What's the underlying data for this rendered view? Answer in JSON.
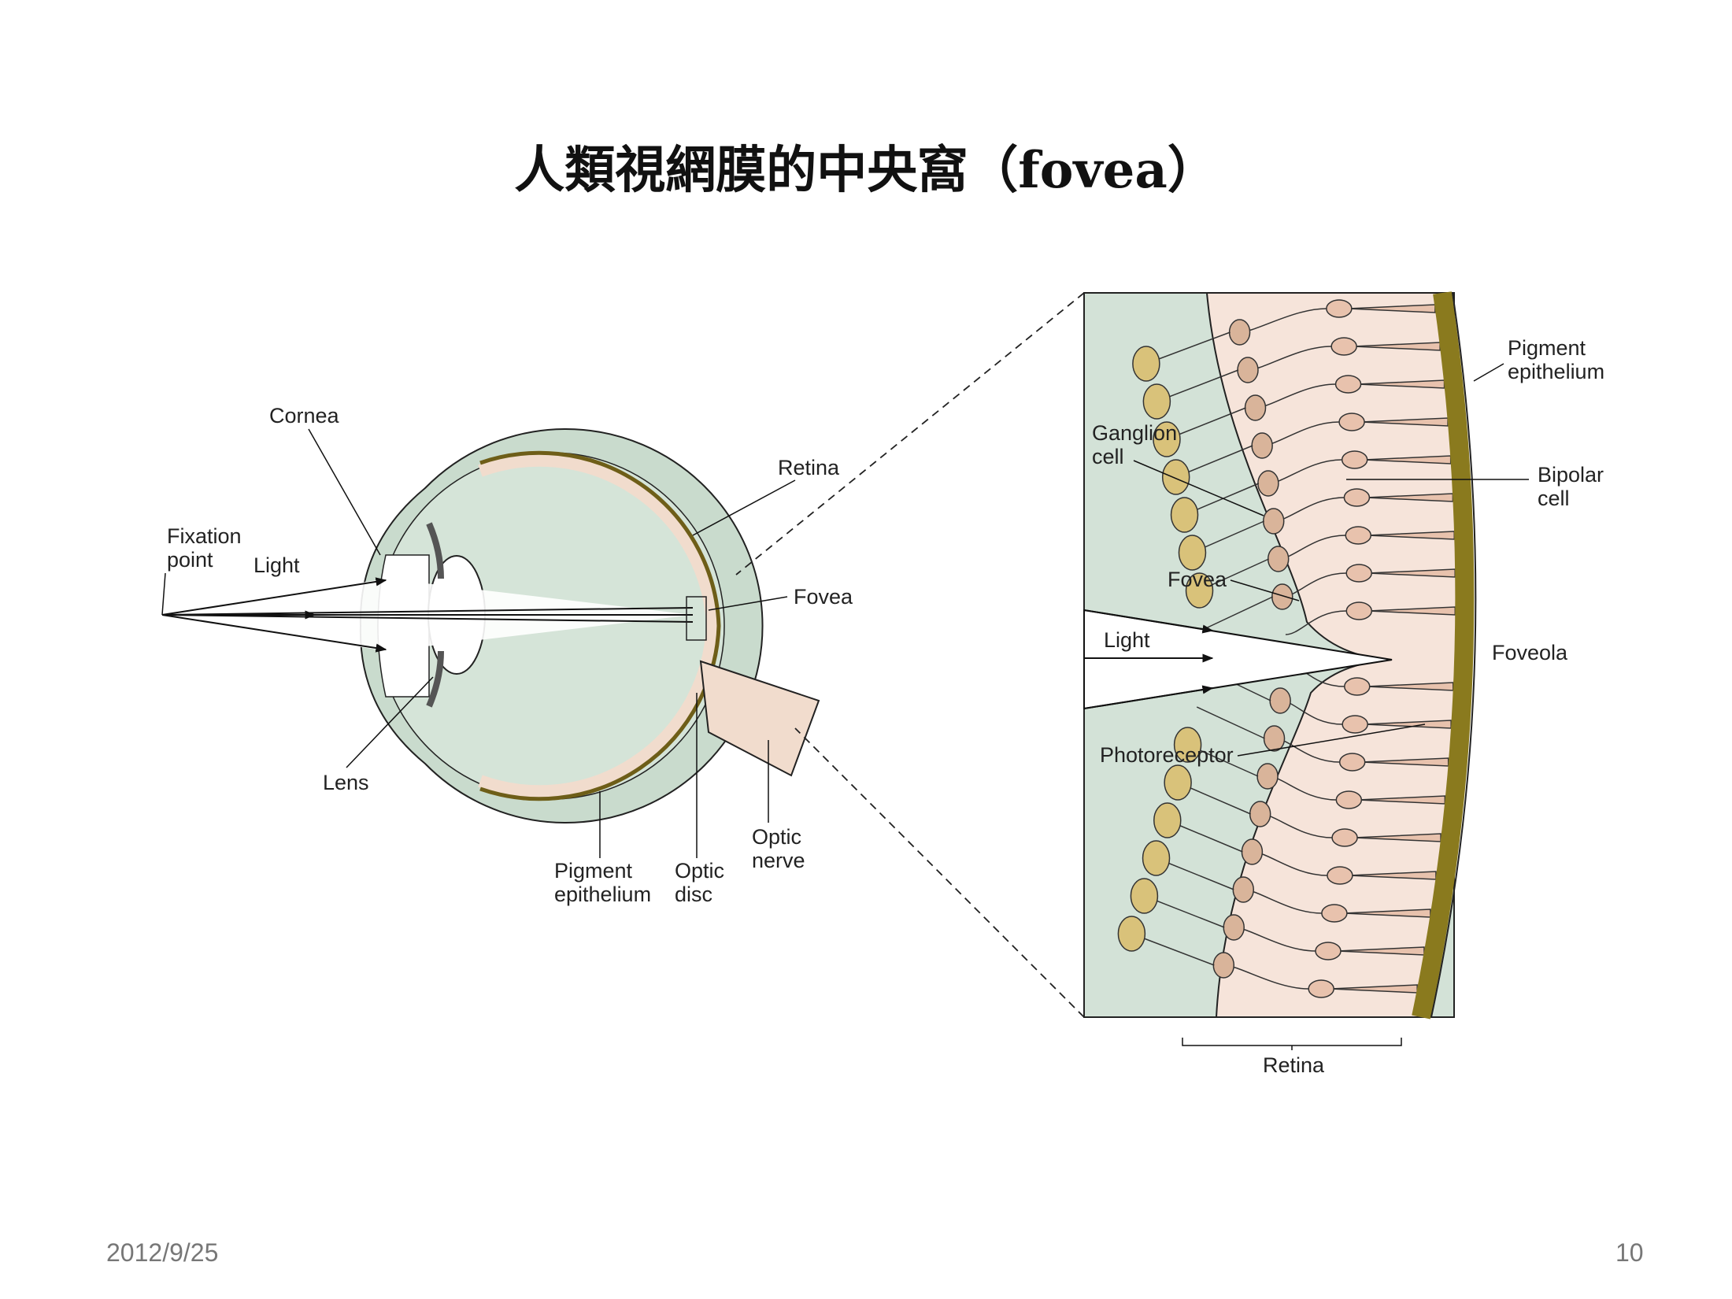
{
  "slide": {
    "title": "人類視網膜的中央窩（fovea）",
    "date": "2012/9/25",
    "page_number": "10"
  },
  "eye_diagram": {
    "labels": {
      "cornea": "Cornea",
      "fixation_point_1": "Fixation",
      "fixation_point_2": "point",
      "light": "Light",
      "retina": "Retina",
      "fovea": "Fovea",
      "lens": "Lens",
      "pigment_epithelium_1": "Pigment",
      "pigment_epithelium_2": "epithelium",
      "optic_disc_1": "Optic",
      "optic_disc_2": "disc",
      "optic_nerve_1": "Optic",
      "optic_nerve_2": "nerve"
    }
  },
  "fovea_detail": {
    "labels": {
      "pigment_epithelium_1": "Pigment",
      "pigment_epithelium_2": "epithelium",
      "ganglion_cell_1": "Ganglion",
      "ganglion_cell_2": "cell",
      "bipolar_cell_1": "Bipolar",
      "bipolar_cell_2": "cell",
      "fovea": "Fovea",
      "light": "Light",
      "foveola": "Foveola",
      "photoreceptor": "Photoreceptor",
      "retina": "Retina"
    }
  },
  "colors": {
    "vitreous": "#d3e2d7",
    "retina_tissue": "#f6e4da",
    "pigment": "#8a7a1e",
    "ganglion": "#d9c27a",
    "bipolar": "#d9b49a",
    "photoreceptor": "#e8c2ad"
  }
}
